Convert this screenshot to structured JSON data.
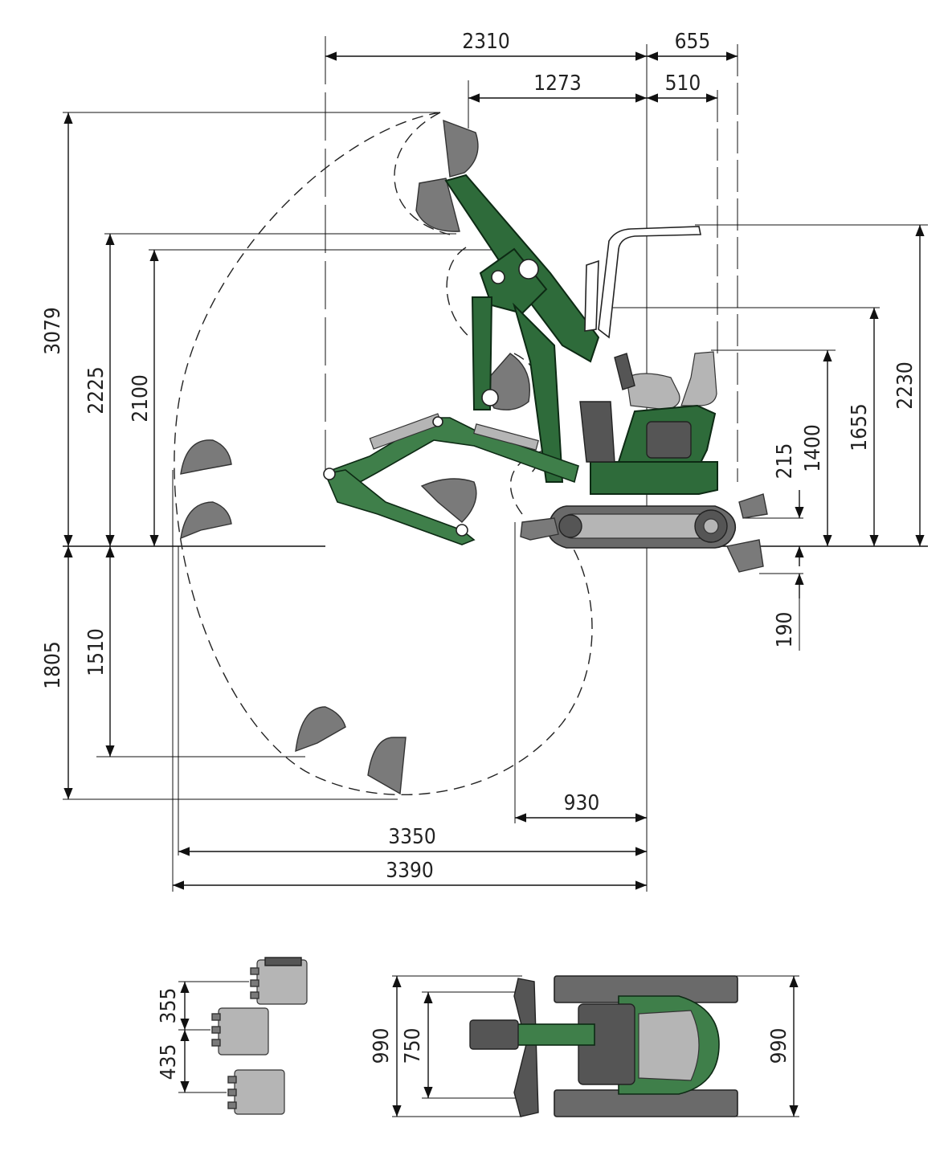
{
  "colors": {
    "machine": "#2e6b3a",
    "bucket": "#7a7a7a",
    "lines": "#111111"
  },
  "dimensions": {
    "top_2310": "2310",
    "top_655": "655",
    "top_1273": "1273",
    "top_510": "510",
    "left_3079": "3079",
    "left_2225": "2225",
    "left_2100": "2100",
    "left_1805": "1805",
    "left_1510": "1510",
    "right_2230": "2230",
    "right_1655": "1655",
    "right_1400": "1400",
    "right_215": "215",
    "right_190": "190",
    "bottom_930": "930",
    "bottom_3350": "3350",
    "bottom_3390": "3390",
    "bucket_355": "355",
    "bucket_435": "435",
    "top_view_990_left": "990",
    "top_view_750": "750",
    "top_view_990_right": "990"
  }
}
